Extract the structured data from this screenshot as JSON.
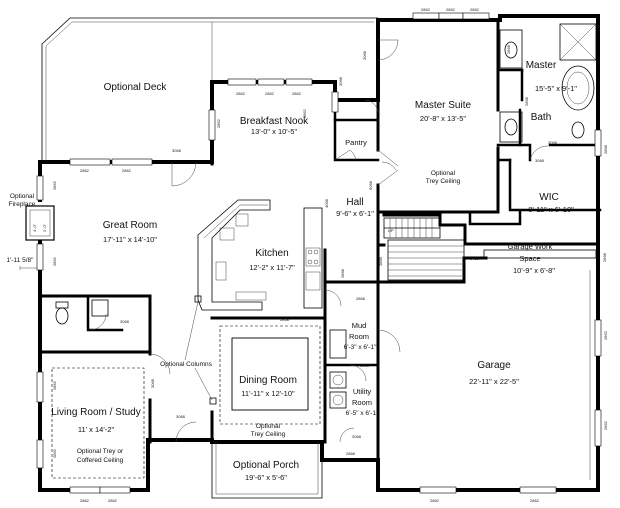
{
  "rooms": {
    "deck": {
      "name": "Optional Deck"
    },
    "breakfast": {
      "name": "Breakfast Nook",
      "dims": "13'-0\" x 10'-5\""
    },
    "pantry": {
      "name": "Pantry"
    },
    "master_suite": {
      "name": "Master Suite",
      "dims": "20'-8\" x 13'-5\"",
      "note1": "Optional",
      "note2": "Trey Ceiling"
    },
    "master": {
      "name": "Master",
      "dims": "15'-5\" x 9'-1\""
    },
    "bath": {
      "name": "Bath"
    },
    "wic": {
      "name": "WIC",
      "dims": "8'-11\" x 6'-10\""
    },
    "hall": {
      "name": "Hall",
      "dims": "9'-6\" x 6'-1\""
    },
    "great_room": {
      "name": "Great Room",
      "dims": "17'-11\" x 14'-10\""
    },
    "kitchen": {
      "name": "Kitchen",
      "dims": "12'-2\" x 11'-7\""
    },
    "garage_work": {
      "name1": "Garage Work",
      "name2": "Space",
      "dims": "10'-9\" x 6'-8\""
    },
    "mud_room": {
      "name1": "Mud",
      "name2": "Room",
      "dims": "6'-3\" x 6'-1\""
    },
    "dining": {
      "name": "Dining Room",
      "dims": "11'-11\" x 12'-10\"",
      "note1": "Optional",
      "note2": "Trey Ceiling"
    },
    "living": {
      "name": "Living Room / Study",
      "dims": "11' x 14'-2\"",
      "note1": "Optional Trey or",
      "note2": "Coffered Ceiling"
    },
    "utility": {
      "name1": "Utility",
      "name2": "Room",
      "dims": "6'-5\" x 6'-1\""
    },
    "garage": {
      "name": "Garage",
      "dims": "22'-11\" x 22'-5\""
    },
    "porch": {
      "name": "Optional Porch",
      "dims": "19'-6\" x 5'-6\""
    }
  },
  "labels": {
    "fireplace1": "Optional",
    "fireplace2": "Fireplace",
    "fireplace_dim": "1'-11 5/8\"",
    "fp_a": "4'-0\"",
    "fp_b": "2'-0\"",
    "optional_columns": "Optional Columns",
    "up": "UP"
  },
  "callouts": [
    "2862",
    "2862",
    "2862",
    "2862",
    "2862",
    "2862",
    "3068",
    "2862",
    "2862",
    "2862",
    "3068",
    "6068",
    "4068",
    "3068",
    "2868",
    "3068",
    "3068",
    "2868",
    "2868",
    "2862",
    "2862",
    "2868",
    "2868",
    "1468",
    "2868",
    "2868",
    "2868",
    "3068",
    "3068",
    "3068",
    "3068",
    "3068",
    "2868",
    "2862",
    "2862",
    "2862",
    "2862",
    "2862",
    "2862",
    "2862",
    "2862",
    "2862"
  ]
}
